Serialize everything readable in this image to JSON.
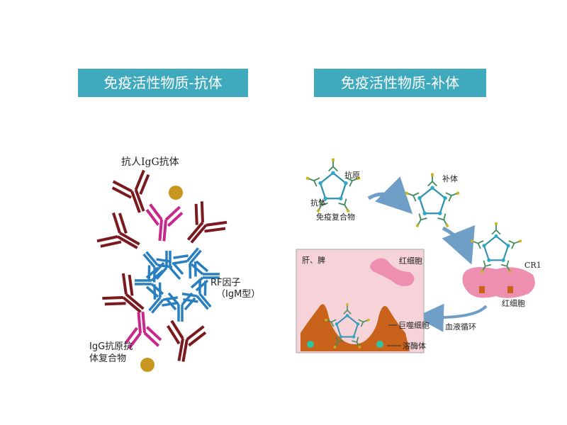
{
  "titles": {
    "left": "免疫活性物质-抗体",
    "right": "免疫活性物质-补体"
  },
  "left_diagram": {
    "label_anti_human_igg": "抗人IgG抗体",
    "label_rf_line1": "RF因子",
    "label_rf_line2": "（IgM型）",
    "label_complex_line1": "IgG抗原抗",
    "label_complex_line2": "体复合物"
  },
  "right_diagram": {
    "label_antigen": "抗原",
    "label_antibody": "抗体",
    "label_immune_complex": "免疫复合物",
    "label_complement": "补体",
    "label_cr1": "CR1",
    "label_rbc_top": "红细胞",
    "label_rbc_right": "红细胞",
    "label_circulation": "血液循环",
    "label_liver_spleen": "肝、脾",
    "label_macrophage": "巨噬细胞",
    "label_lysosome": "溶酶体"
  },
  "colors": {
    "title_bg": "#3fa9bd",
    "igg_dark": "#7b1a1e",
    "igg_magenta": "#c8288c",
    "igm_blue": "#2a7fc0",
    "antigen_gold": "#c9961f",
    "panel_pink": "#f6d3d8",
    "rbc_pink": "#ee8fb2",
    "macrophage_orange": "#c9631b",
    "arrow_blue": "#6f9fc6"
  }
}
